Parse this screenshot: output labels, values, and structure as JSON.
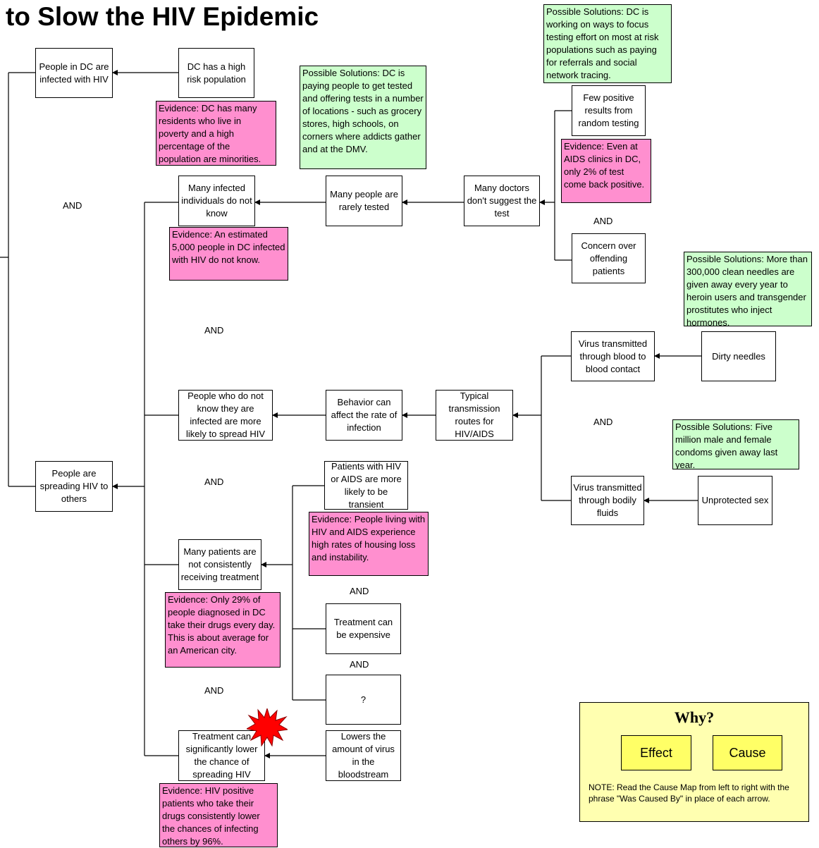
{
  "title": "to Slow the HIV Epidemic",
  "colors": {
    "evidence_fill": "#ff8fcf",
    "solution_fill": "#ccffcc",
    "legend_fill": "#ffffb0",
    "legend_box_fill": "#ffff66",
    "starburst": "#ff0000"
  },
  "nodes": {
    "infected": "People in DC are infected with HIV",
    "high_risk": "DC has a high risk population",
    "do_not_know": "Many infected individuals do not know",
    "rarely_tested": "Many people are rarely tested",
    "doctors_dont_suggest": "Many doctors don't suggest the test",
    "few_positive": "Few positive results from random testing",
    "concern_offending": "Concern over offending patients",
    "spreading": "People are spreading HIV to others",
    "likely_spread": "People who do not know they are infected are more likely to spread HIV",
    "behavior": "Behavior can affect the rate of infection",
    "routes": "Typical transmission routes for HIV/AIDS",
    "blood": "Virus transmitted through blood to blood contact",
    "dirty_needles": "Dirty needles",
    "bodily_fluids": "Virus transmitted through bodily fluids",
    "unprotected_sex": "Unprotected sex",
    "transient": "Patients with HIV or AIDS are more likely to be transient",
    "not_receiving": "Many patients are not consistently receiving treatment",
    "expensive": "Treatment can be expensive",
    "unknown": "?",
    "treatment_lowers": "Treatment can significantly lower the chance of spreading HIV",
    "lowers_virus": "Lowers the amount of virus in the bloodstream"
  },
  "evidence": {
    "high_risk": "Evidence: DC has many residents who live in poverty and a high percentage of the population are minorities.",
    "do_not_know": "Evidence:  An estimated 5,000 people in DC infected with HIV do not know.",
    "few_positive": "Evidence:   Even at AIDS clinics in DC, only 2% of test come back positive.",
    "transient": "Evidence:  People living with HIV and AIDS experience high rates of housing loss and instability.",
    "not_receiving": "Evidence:  Only 29% of people diagnosed in DC take their drugs every day.  This is about average for an American city.",
    "treatment": "Evidence:  HIV positive patients who take their drugs consistently lower the chances of infecting others by 96%."
  },
  "solutions": {
    "testing_pay": "Possible Solutions:  DC  is paying people to get tested and offering tests in a number of locations - such as grocery stores, high schools, on corners where addicts gather and at the DMV.",
    "testing_focus": "Possible Solutions:  DC  is working on ways to focus testing effort on most at risk populations such as paying for referrals and social network tracing.",
    "needles": "Possible Solutions:  More than 300,000 clean needles are given away every year to heroin users and transgender prostitutes who inject hormones.",
    "condoms": "Possible Solutions: Five million male and female condoms given away last year."
  },
  "and_label": "AND",
  "legend": {
    "title": "Why?",
    "effect": "Effect",
    "cause": "Cause",
    "note": "NOTE:  Read the Cause Map from left to right with the phrase \"Was Caused By\" in place of each arrow."
  }
}
